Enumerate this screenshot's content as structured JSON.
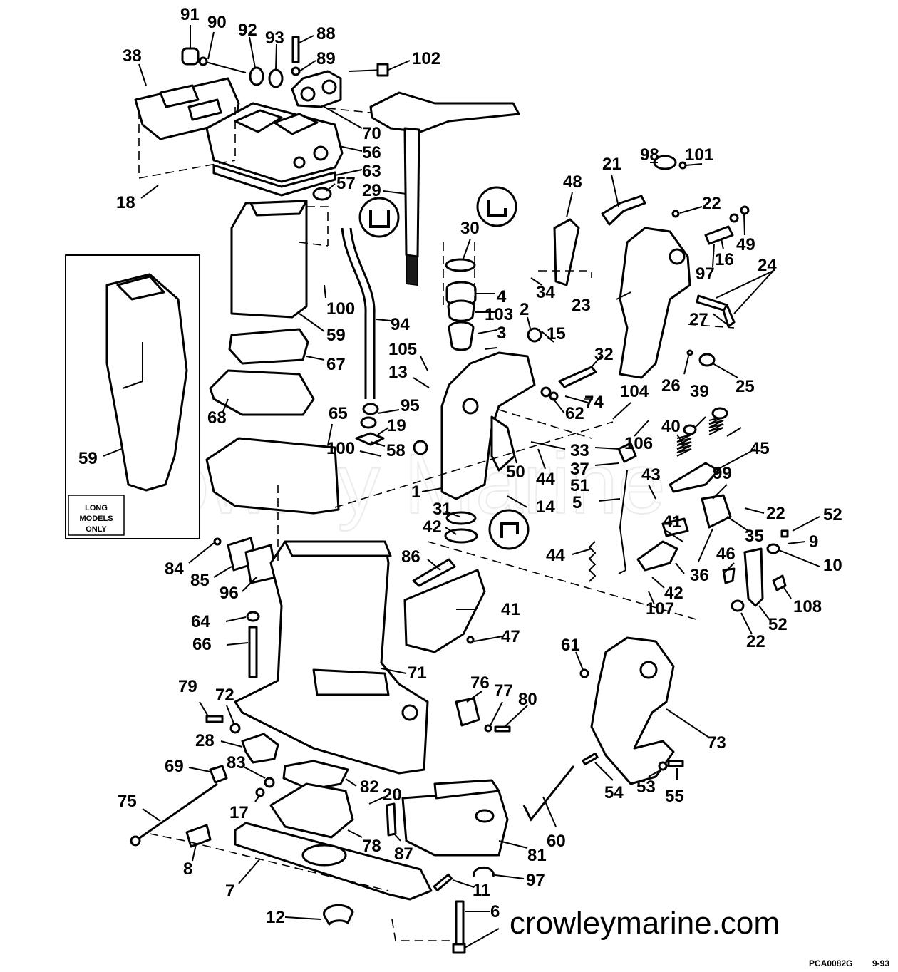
{
  "diagram": {
    "callouts": [
      "91",
      "90",
      "92",
      "93",
      "88",
      "89",
      "102",
      "38",
      "70",
      "56",
      "63",
      "57",
      "29",
      "18",
      "30",
      "48",
      "21",
      "98",
      "101",
      "22",
      "16",
      "49",
      "97",
      "24",
      "34",
      "23",
      "4",
      "103",
      "2",
      "3",
      "15",
      "27",
      "32",
      "26",
      "25",
      "100",
      "94",
      "59",
      "67",
      "105",
      "13",
      "95",
      "74",
      "62",
      "104",
      "39",
      "40",
      "100",
      "19",
      "58",
      "65",
      "68",
      "59",
      "33",
      "106",
      "37",
      "44",
      "45",
      "50",
      "1",
      "43",
      "99",
      "51",
      "14",
      "5",
      "31",
      "42",
      "22",
      "52",
      "9",
      "10",
      "86",
      "84",
      "85",
      "96",
      "44",
      "41",
      "35",
      "46",
      "36",
      "108",
      "64",
      "41",
      "42",
      "107",
      "66",
      "47",
      "52",
      "22",
      "61",
      "71",
      "76",
      "77",
      "80",
      "79",
      "72",
      "28",
      "73",
      "83",
      "69",
      "82",
      "20",
      "54",
      "53",
      "55",
      "75",
      "17",
      "60",
      "78",
      "81",
      "87",
      "97",
      "8",
      "7",
      "11",
      "12",
      "6"
    ],
    "inset_label_lines": [
      "LONG",
      "MODELS",
      "ONLY"
    ],
    "watermark": "Crowley Marine",
    "website": "crowleymarine.com",
    "figure_code": "PCA0082G",
    "date_code": "9-93"
  }
}
